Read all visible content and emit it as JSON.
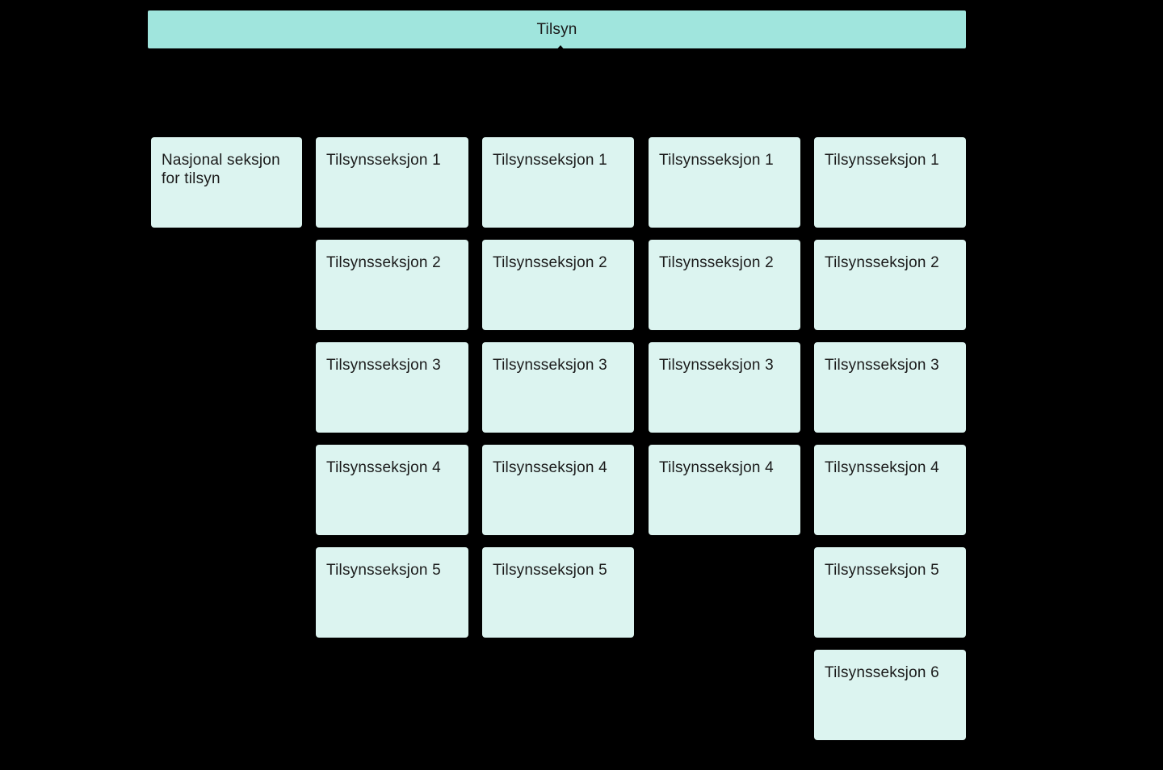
{
  "org_chart": {
    "root": {
      "label": "Tilsyn"
    },
    "colors": {
      "canvas_bg": "#000000",
      "root_bg": "#A0E5DD",
      "box_bg": "#DCF4F0",
      "text": "#1B1B1B"
    },
    "columns": [
      {
        "name": "column-1",
        "boxes": [
          {
            "label": "Nasjonal seksjon for tilsyn"
          }
        ]
      },
      {
        "name": "column-2",
        "boxes": [
          {
            "label": "Tilsynsseksjon 1"
          },
          {
            "label": "Tilsynsseksjon 2"
          },
          {
            "label": "Tilsynsseksjon 3"
          },
          {
            "label": "Tilsynsseksjon 4"
          },
          {
            "label": "Tilsynsseksjon 5"
          }
        ]
      },
      {
        "name": "column-3",
        "boxes": [
          {
            "label": "Tilsynsseksjon 1"
          },
          {
            "label": "Tilsynsseksjon 2"
          },
          {
            "label": "Tilsynsseksjon 3"
          },
          {
            "label": "Tilsynsseksjon 4"
          },
          {
            "label": "Tilsynsseksjon 5"
          }
        ]
      },
      {
        "name": "column-4",
        "boxes": [
          {
            "label": "Tilsynsseksjon 1"
          },
          {
            "label": "Tilsynsseksjon 2"
          },
          {
            "label": "Tilsynsseksjon 3"
          },
          {
            "label": "Tilsynsseksjon 4"
          }
        ]
      },
      {
        "name": "column-5",
        "boxes": [
          {
            "label": "Tilsynsseksjon 1"
          },
          {
            "label": "Tilsynsseksjon 2"
          },
          {
            "label": "Tilsynsseksjon 3"
          },
          {
            "label": "Tilsynsseksjon 4"
          },
          {
            "label": "Tilsynsseksjon 5"
          },
          {
            "label": "Tilsynsseksjon 6"
          }
        ]
      }
    ]
  }
}
